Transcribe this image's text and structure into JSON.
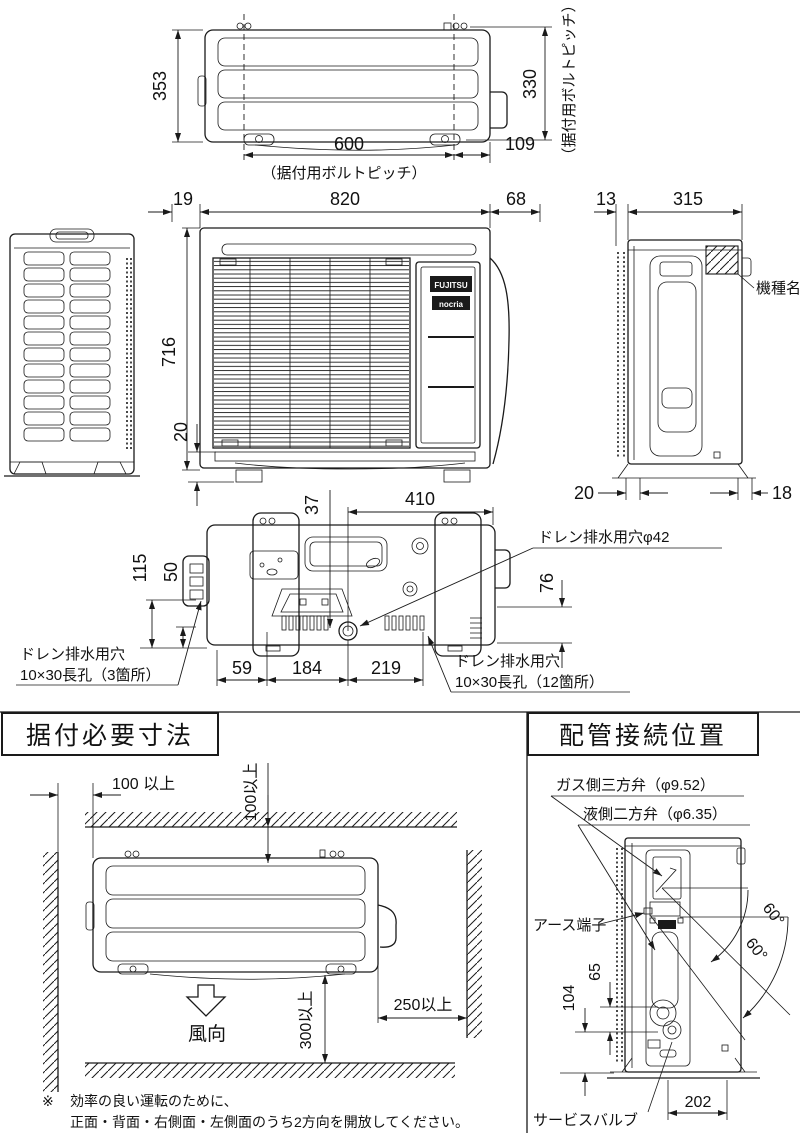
{
  "drawing": {
    "top_view": {
      "dim_depth": "353",
      "dim_bolt_pitch_v": "330",
      "bolt_pitch_note_side": "（据付用ボルトピッチ）",
      "dim_bolt_pitch_h": "600",
      "bolt_pitch_note_bottom": "（据付用ボルトピッチ）",
      "dim_offset_right": "109"
    },
    "front_row": {
      "dim_19": "19",
      "dim_width": "820",
      "dim_68": "68",
      "dim_13": "13",
      "dim_depth": "315",
      "dim_height": "716",
      "dim_foot": "20",
      "logo_line1": "FUJITSU",
      "logo_line2": "nocria",
      "model_label": "機種名",
      "dim_base_left": "20",
      "dim_base_right": "18"
    },
    "bottom_view": {
      "dim_410": "410",
      "dim_37": "37",
      "dim_115": "115",
      "dim_50": "50",
      "dim_76": "76",
      "dim_59": "59",
      "dim_184": "184",
      "dim_219": "219",
      "drain_hole_round": "ドレン排水用穴φ42",
      "drain_left_line1": "ドレン排水用穴",
      "drain_left_line2": "10×30長孔（3箇所）",
      "drain_right_line1": "ドレン排水用穴",
      "drain_right_line2": "10×30長孔（12箇所）"
    },
    "install_section": {
      "title": "据付必要寸法",
      "clearance_left": "100 以上",
      "clearance_top": "100以上",
      "clearance_right": "250以上",
      "clearance_front": "300以上",
      "wind_label": "風向",
      "note_mark": "※",
      "note1": "効率の良い運転のために、",
      "note2": "正面・背面・右側面・左側面のうち2方向を開放してください。"
    },
    "piping_section": {
      "title": "配管接続位置",
      "gas_valve": "ガス側三方弁（φ9.52）",
      "liquid_valve": "液側二方弁（φ6.35）",
      "earth_terminal": "アース端子",
      "angle_a": "60°",
      "angle_b": "60°",
      "dim_65": "65",
      "dim_104": "104",
      "service_valve": "サービスバルブ",
      "dim_202": "202"
    }
  }
}
